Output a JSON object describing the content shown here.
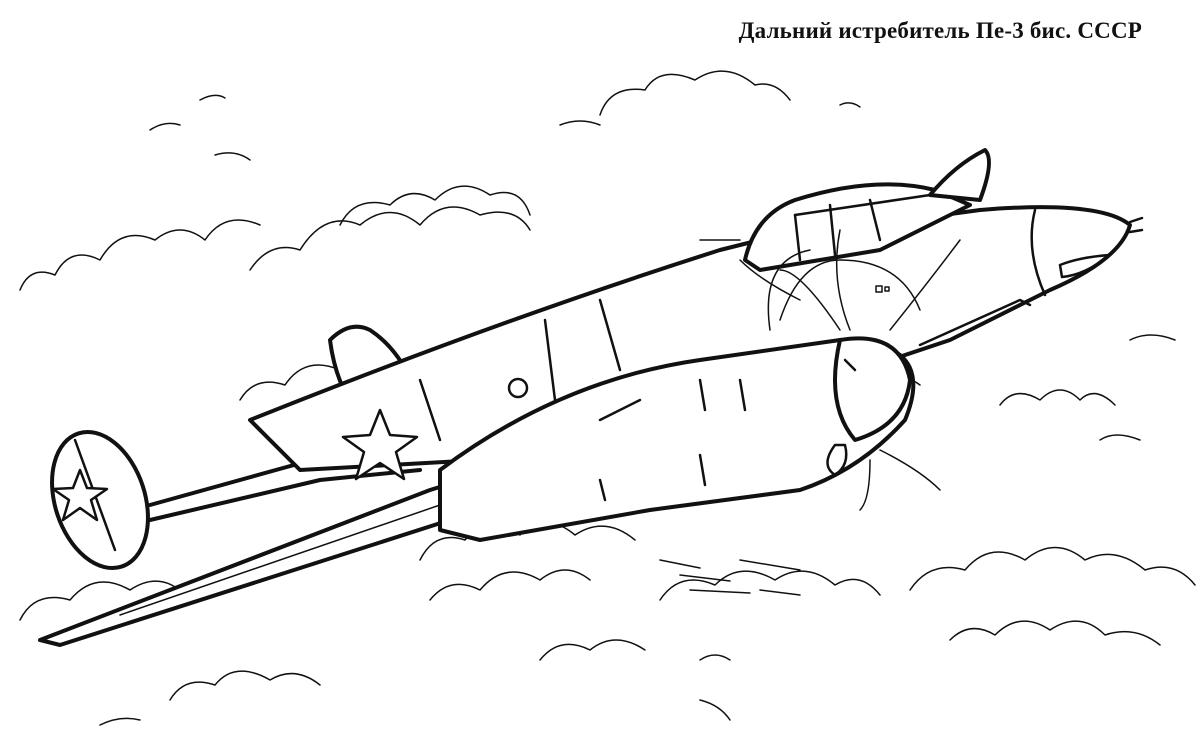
{
  "caption": {
    "text": "Дальний истребитель Пе-3 бис. СССР"
  },
  "illustration": {
    "style": "coloring-page line art",
    "subject": "twin-engine long-range fighter in flight above clouds",
    "markings": [
      "star-insignia-tail",
      "star-insignia-fuselage"
    ],
    "colors": {
      "background": "#ffffff",
      "line": "#111111"
    }
  }
}
